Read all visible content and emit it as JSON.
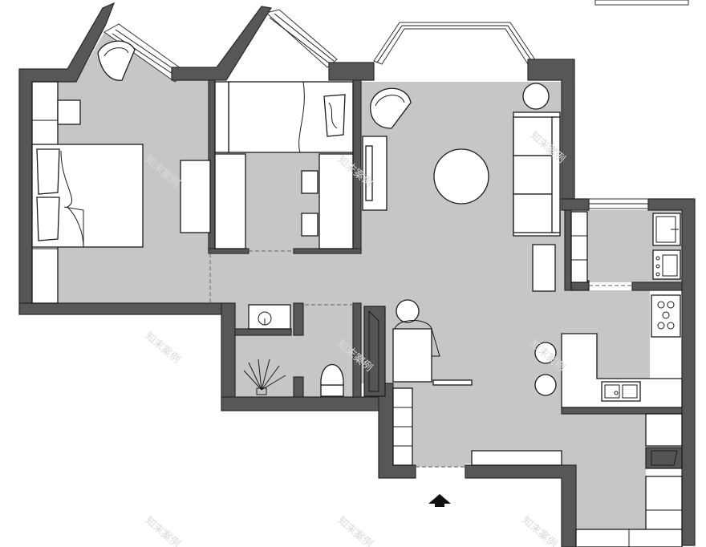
{
  "watermark": {
    "text": "知末案例"
  },
  "colors": {
    "wall": "#575757",
    "floor": "#c6c6c6",
    "furniture": "#ffffff",
    "outline": "#1a1a1a",
    "door_dash": "#777777"
  },
  "rooms": [
    {
      "id": "master-bedroom",
      "floor": "grey"
    },
    {
      "id": "second-bedroom",
      "floor": "grey"
    },
    {
      "id": "living-dining",
      "floor": "grey"
    },
    {
      "id": "kitchen",
      "floor": "grey"
    },
    {
      "id": "bathroom",
      "floor": "grey"
    },
    {
      "id": "entry-hall",
      "floor": "grey"
    }
  ],
  "entrance": {
    "icon": "entrance-arrow-icon"
  }
}
